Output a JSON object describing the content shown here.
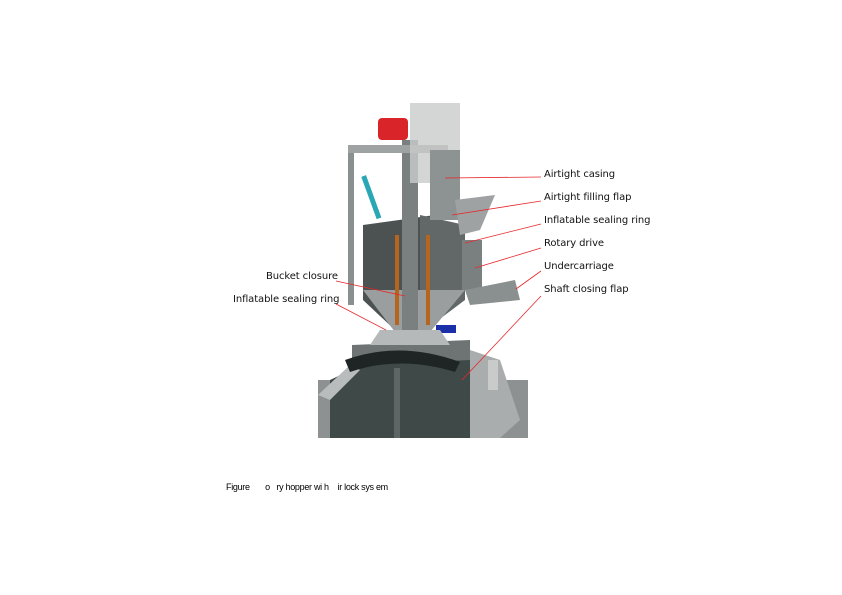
{
  "figure": {
    "labels_right": [
      "Airtight casing",
      "Airtight filling flap",
      "Inflatable sealing ring",
      "Rotary drive",
      "Undercarriage",
      "Shaft closing flap"
    ],
    "labels_left": [
      "Bucket closure",
      "Inflatable sealing ring"
    ],
    "caption": "Figure       o   ry hopper wi h    ir lock sys em",
    "colors": {
      "leader": "#e8262a",
      "motor": "#d9252a",
      "cylinder": "#2aa7b5",
      "drive": "#1a2fa8",
      "liner": "#b5651d",
      "charge": "#3f4a48"
    }
  }
}
